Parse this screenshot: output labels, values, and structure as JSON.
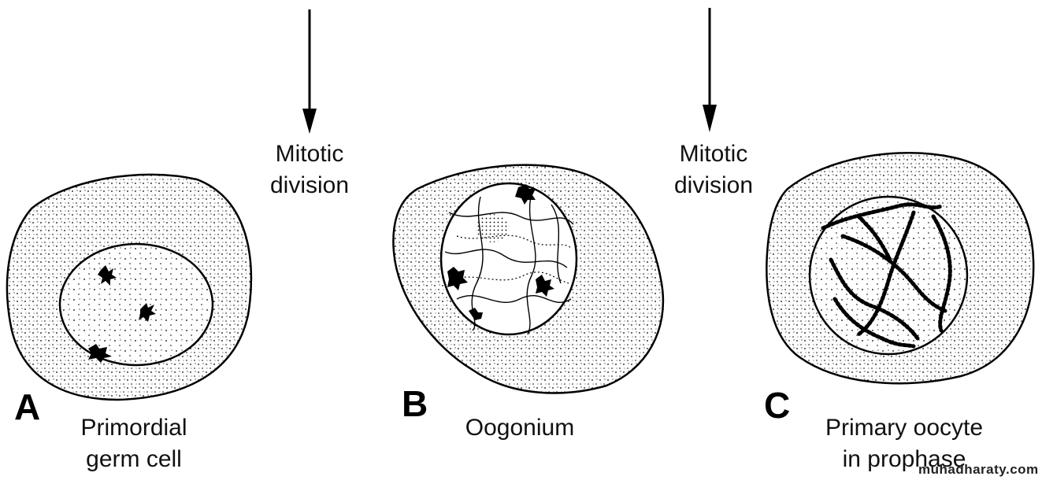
{
  "arrows": [
    {
      "text_line1": "Mitotic",
      "text_line2": "division"
    },
    {
      "text_line1": "Mitotic",
      "text_line2": "division"
    }
  ],
  "cells": [
    {
      "letter": "A",
      "name_line1": "Primordial",
      "name_line2": "germ cell"
    },
    {
      "letter": "B",
      "name_line1": "Oogonium",
      "name_line2": ""
    },
    {
      "letter": "C",
      "name_line1": "Primary oocyte",
      "name_line2": "in prophase"
    }
  ],
  "watermark": "muhadharaty.com",
  "colors": {
    "ink": "#000000",
    "background": "#ffffff"
  }
}
